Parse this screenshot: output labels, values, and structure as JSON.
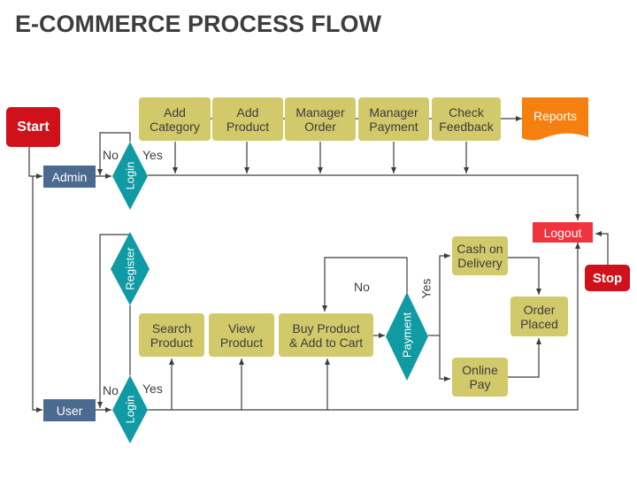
{
  "title": "E-COMMERCE PROCESS FLOW",
  "colors": {
    "process": "#d1c96a",
    "actor": "#4a6a8f",
    "decision": "#0f9aa4",
    "terminal": "#d0101b",
    "logout": "#f2333f",
    "reports": "#f5800f",
    "line": "#3d3d3d"
  },
  "terminals": {
    "start": "Start",
    "stop": "Stop",
    "logout": "Logout"
  },
  "actors": {
    "admin": "Admin",
    "user": "User"
  },
  "decisions": {
    "admin_login": "Login",
    "register": "Register",
    "user_login": "Login",
    "payment": "Payment"
  },
  "admin_steps": [
    {
      "line1": "Add",
      "line2": "Category"
    },
    {
      "line1": "Add",
      "line2": "Product"
    },
    {
      "line1": "Manager",
      "line2": "Order"
    },
    {
      "line1": "Manager",
      "line2": "Payment"
    },
    {
      "line1": "Check",
      "line2": "Feedback"
    }
  ],
  "reports": "Reports",
  "user_steps": [
    {
      "line1": "Search",
      "line2": "Product"
    },
    {
      "line1": "View",
      "line2": "Product"
    },
    {
      "line1": "Buy Product",
      "line2": "& Add to Cart"
    }
  ],
  "payment_options": [
    {
      "line1": "Cash on",
      "line2": "Delivery"
    },
    {
      "line1": "Online",
      "line2": "Pay"
    }
  ],
  "order_placed": {
    "line1": "Order",
    "line2": "Placed"
  },
  "edge_labels": {
    "admin_no": "No",
    "admin_yes": "Yes",
    "user_no": "No",
    "user_yes": "Yes",
    "payment_no": "No",
    "payment_yes": "Yes"
  }
}
